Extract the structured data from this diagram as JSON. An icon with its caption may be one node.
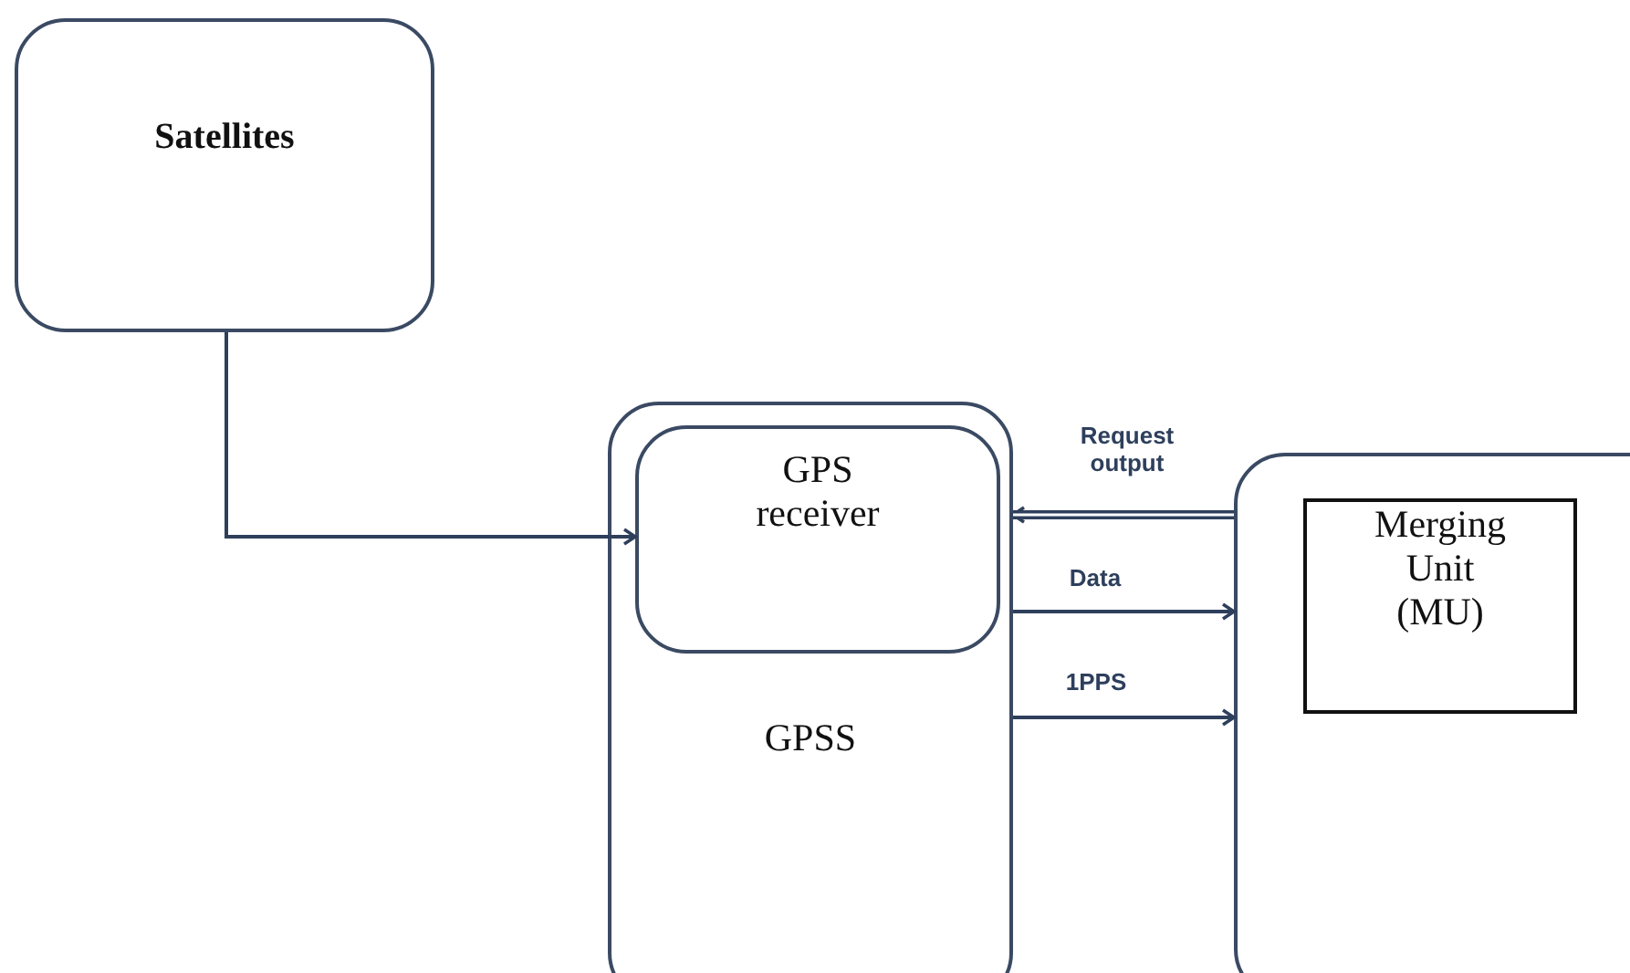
{
  "diagram": {
    "nodes": [
      {
        "text": [
          "Satellites"
        ]
      },
      {
        "text": [
          "GPSS"
        ]
      },
      {
        "text": [
          "GPS receiver"
        ],
        "in": 1
      },
      {
        "text": [],
        "shape": "box"
      },
      {
        "text": [
          "Merging Unit (MU)"
        ],
        "in": 3
      }
    ],
    "edges": [
      {
        "from": 0,
        "to": 2,
        "arrow": "to"
      },
      {
        "from": 3,
        "to": 1,
        "arrow": "to",
        "label": "Request output",
        "style": "thick"
      },
      {
        "from": 1,
        "to": 3,
        "arrow": "to",
        "label": "Data"
      },
      {
        "from": 1,
        "to": 3,
        "arrow": "to",
        "label": "1PPS"
      }
    ]
  }
}
